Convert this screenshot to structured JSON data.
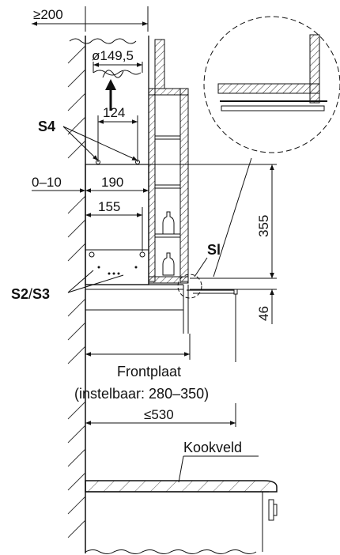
{
  "dimensions": {
    "wall_clearance": "≥200",
    "duct_diameter": "ø149,5",
    "screw_spacing": "124",
    "wall_gap": "0–10",
    "depth_upper": "190",
    "depth_lower": "155",
    "height_355": "355",
    "height_46": "46",
    "max_depth": "≤530"
  },
  "labels": {
    "s4": "S4",
    "s2s3_a": "S2",
    "s2s3_sep": "/",
    "s2s3_b": "S3",
    "sl": "Sl",
    "frontplaat": "Frontplaat",
    "frontplaat_range": "(instelbaar: 280–350)",
    "kookveld": "Kookveld"
  }
}
